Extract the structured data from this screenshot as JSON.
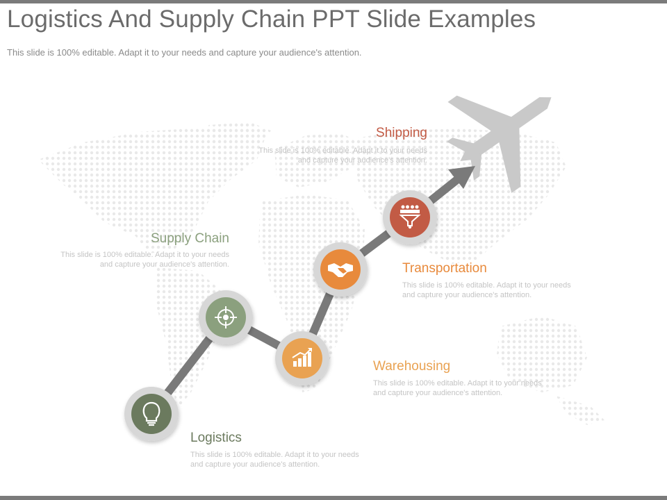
{
  "slide": {
    "title": "Logistics And Supply Chain PPT Slide Examples",
    "subtitle": "This slide is 100% editable. Adapt it to your needs and capture your audience's attention."
  },
  "steps": [
    {
      "heading": "Logistics",
      "text": "This slide is 100% editable. Adapt it to your needs and capture your audience's attention.",
      "color": "#6b7a5e",
      "icon": "lightbulb-icon"
    },
    {
      "heading": "Supply Chain",
      "text": "This slide is 100% editable. Adapt it to your needs and capture your audience's attention.",
      "color": "#8ba07e",
      "icon": "target-icon"
    },
    {
      "heading": "Warehousing",
      "text": "This slide is 100% editable. Adapt it to your needs and capture your audience's attention.",
      "color": "#e9a252",
      "icon": "growth-chart-icon"
    },
    {
      "heading": "Transportation",
      "text": "This slide is 100% editable. Adapt it to your needs and capture your audience's attention.",
      "color": "#e88a3c",
      "icon": "handshake-icon"
    },
    {
      "heading": "Shipping",
      "text": "This slide is 100% editable. Adapt it to your needs and capture your audience's attention.",
      "color": "#c25b45",
      "icon": "team-funnel-icon"
    }
  ],
  "accent_colors": {
    "path": "#7a7a7a",
    "airplane": "#c9c9c9",
    "world_map_dots": "#e8e8e8",
    "ring": "#d4d4d4"
  }
}
